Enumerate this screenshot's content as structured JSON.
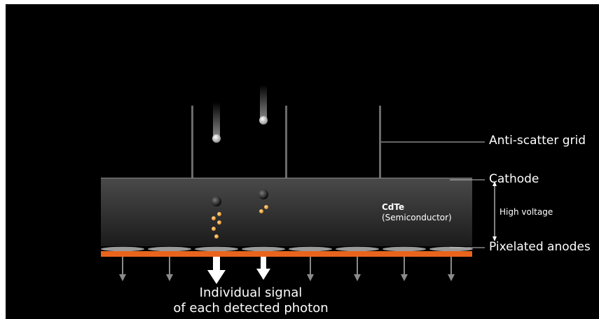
{
  "labels": {
    "anti_scatter_grid": "Anti-scatter grid",
    "cathode": "Cathode",
    "high_voltage": "High voltage",
    "pixelated_anodes": "Pixelated anodes",
    "material": "CdTe",
    "material_sub": "(Semiconductor)",
    "signal_line1": "Individual signal",
    "signal_line2": "of each detected photon"
  },
  "colors": {
    "background": "#000000",
    "semiconductor_top": "#4a4a4a",
    "semiconductor_bottom": "#1b1b1b",
    "anode_strip": "#e8641c",
    "charge_carrier": "#f0a040",
    "leader_line": "#c8c8c8"
  },
  "pixel_count": 8
}
